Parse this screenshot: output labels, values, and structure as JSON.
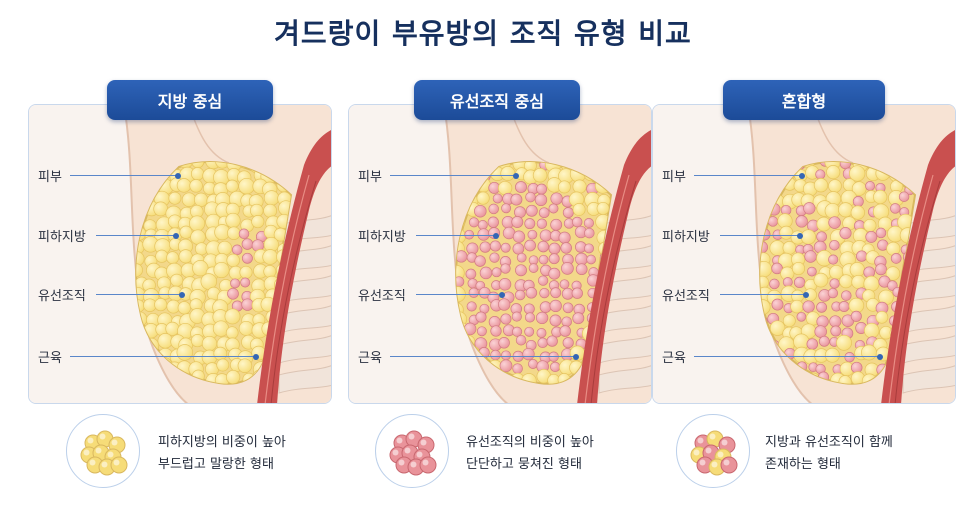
{
  "title": "겨드랑이 부유방의 조직 유형 비교",
  "colors": {
    "title": "#16305e",
    "badge": "#2459ac",
    "border": "#c9d8ec",
    "fat": "#f6dc78",
    "gland": "#e9939a",
    "muscle": "#c9504f",
    "skin": "#f7e3d4"
  },
  "panels": [
    {
      "badge": "지방 중심",
      "labels": {
        "skin": "피부",
        "fat": "피하지방",
        "gland": "유선조직",
        "muscle": "근육"
      },
      "description": [
        "피하지방의 비중이 높아",
        "부드럽고 말랑한 형태"
      ],
      "icon": "fat-cluster-icon"
    },
    {
      "badge": "유선조직 중심",
      "labels": {
        "skin": "피부",
        "fat": "피하지방",
        "gland": "유선조직",
        "muscle": "근육"
      },
      "description": [
        "유선조직의 비중이 높아",
        "단단하고 뭉쳐진 형태"
      ],
      "icon": "gland-cluster-icon"
    },
    {
      "badge": "혼합형",
      "labels": {
        "skin": "피부",
        "fat": "피하지방",
        "gland": "유선조직",
        "muscle": "근육"
      },
      "description": [
        "지방과 유선조직이 함께",
        "존재하는 형태"
      ],
      "icon": "mixed-cluster-icon"
    }
  ]
}
